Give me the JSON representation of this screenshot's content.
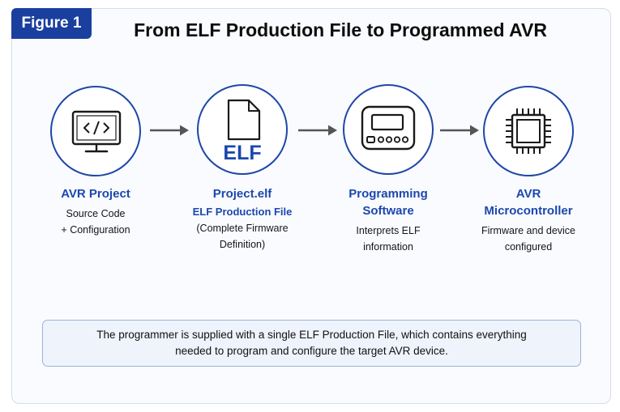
{
  "figure": {
    "badge": "Figure 1",
    "title": "From ELF Production File to Programmed AVR"
  },
  "nodes": [
    {
      "icon": "monitor-code-icon",
      "title_lines": [
        "AVR Project"
      ],
      "subtitle": "",
      "description_lines": [
        "Source Code",
        "+ Configuration"
      ]
    },
    {
      "icon": "elf-file-icon",
      "icon_text": "ELF",
      "title_lines": [
        "Project.elf"
      ],
      "subtitle": "ELF Production File",
      "description_lines": [
        "(Complete Firmware",
        "Definition)"
      ]
    },
    {
      "icon": "programmer-device-icon",
      "title_lines": [
        "Programming",
        "Software"
      ],
      "subtitle": "",
      "description_lines": [
        "Interprets ELF",
        "information"
      ]
    },
    {
      "icon": "microcontroller-chip-icon",
      "title_lines": [
        "AVR",
        "Microcontroller"
      ],
      "subtitle": "",
      "description_lines": [
        "Firmware and device",
        "configured"
      ]
    }
  ],
  "note": {
    "lines": [
      "The programmer is supplied with a single ELF Production File, which contains everything",
      "needed to program and configure the target AVR device."
    ]
  },
  "colors": {
    "accent_blue": "#1c47ad",
    "badge_blue": "#1a3f9e",
    "arrow_gray": "#555555",
    "icon_stroke": "#1a1a1a"
  }
}
